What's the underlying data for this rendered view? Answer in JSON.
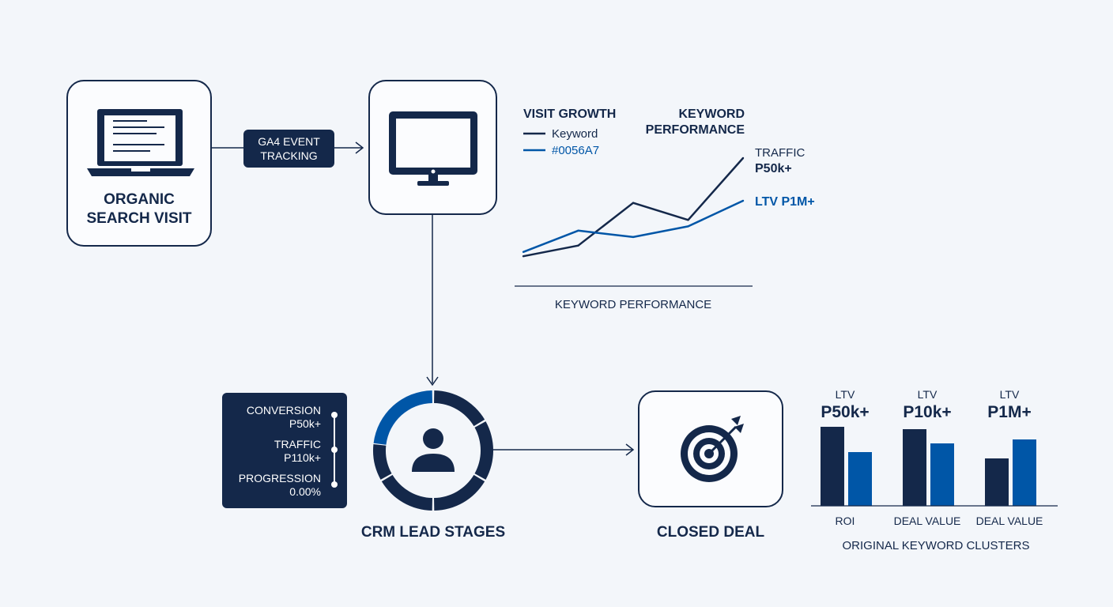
{
  "nodes": {
    "organic": {
      "label": "ORGANIC\nSEARCH VISIT"
    },
    "tracking_badge": {
      "label": "GA4 EVENT\nTRACKING"
    },
    "crm": {
      "label": "CRM LEAD STAGES"
    },
    "closed": {
      "label": "CLOSED DEAL"
    }
  },
  "stats_panel": {
    "items": [
      {
        "label": "CONVERSION\nP50k+"
      },
      {
        "label": "TRAFFIC\nP110k+"
      },
      {
        "label": "PROGRESSION\n0.00%"
      }
    ]
  },
  "colors": {
    "navy": "#14284a",
    "blue": "#0056a7",
    "background": "#f3f6fa"
  },
  "chart_data": [
    {
      "type": "line",
      "title_left": "VISIT GROWTH",
      "title_right": "KEYWORD\nPERFORMANCE",
      "xlabel": "KEYWORD PERFORMANCE",
      "x": [
        1,
        2,
        3,
        4,
        5
      ],
      "ylim": [
        0,
        100
      ],
      "series": [
        {
          "name": "Keyword",
          "color": "#14284a",
          "values": [
            8,
            18,
            58,
            42,
            100
          ],
          "end_label_top": "TRAFFIC",
          "end_label_bottom": "P50k+"
        },
        {
          "name": "#0056A7",
          "color": "#0056a7",
          "values": [
            12,
            32,
            26,
            36,
            60
          ],
          "end_label": "LTV P1M+"
        }
      ]
    },
    {
      "type": "bar",
      "xlabel": "ORIGINAL KEYWORD CLUSTERS",
      "ylim": [
        0,
        100
      ],
      "groups": [
        {
          "top_label": "LTV",
          "value_label": "P50k+",
          "category": "ROI",
          "values": [
            100,
            68
          ]
        },
        {
          "top_label": "LTV",
          "value_label": "P10k+",
          "category": "DEAL VALUE",
          "values": [
            97,
            79
          ]
        },
        {
          "top_label": "LTV",
          "value_label": "P1M+",
          "category": "DEAL VALUE",
          "values": [
            60,
            84
          ]
        }
      ],
      "series_colors": [
        "#14284a",
        "#0056a7"
      ]
    }
  ]
}
